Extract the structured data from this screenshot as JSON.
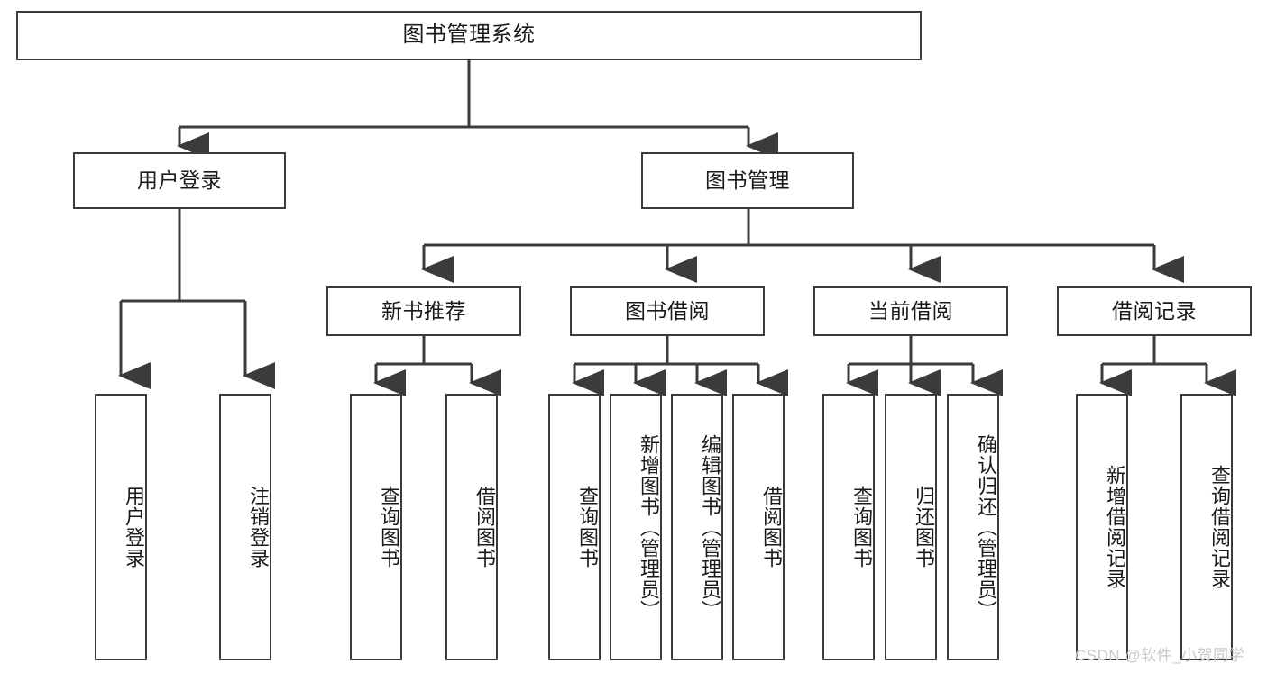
{
  "diagram": {
    "title": "图书管理系统",
    "type": "tree-hierarchy",
    "watermark": "CSDN @软件_小贺同学",
    "stroke_color": "#3b3b3b",
    "fill_color": "#ffffff",
    "text_color": "#1a1a1a",
    "watermark_color": "#c9c9c9"
  },
  "nodes": {
    "root": {
      "label": "图书管理系统"
    },
    "level1": [
      {
        "id": "user-login",
        "label": "用户登录"
      },
      {
        "id": "book-manage",
        "label": "图书管理"
      }
    ],
    "level2": [
      {
        "id": "new-book-recommend",
        "label": "新书推荐"
      },
      {
        "id": "book-borrow",
        "label": "图书借阅"
      },
      {
        "id": "current-borrow",
        "label": "当前借阅"
      },
      {
        "id": "borrow-record",
        "label": "借阅记录"
      }
    ],
    "leaves": {
      "user-login": [
        {
          "id": "leaf-user-login",
          "label": "用户登录"
        },
        {
          "id": "leaf-logout-login",
          "label": "注销登录"
        }
      ],
      "new-book-recommend": [
        {
          "id": "leaf-query-book-1",
          "label": "查询图书"
        },
        {
          "id": "leaf-borrow-book-1",
          "label": "借阅图书"
        }
      ],
      "book-borrow": [
        {
          "id": "leaf-query-book-2",
          "label": "查询图书"
        },
        {
          "id": "leaf-add-book-admin",
          "label": "新增图书（管理员）"
        },
        {
          "id": "leaf-edit-book-admin",
          "label": "编辑图书（管理员）"
        },
        {
          "id": "leaf-borrow-book-2",
          "label": "借阅图书"
        }
      ],
      "current-borrow": [
        {
          "id": "leaf-query-book-3",
          "label": "查询图书"
        },
        {
          "id": "leaf-return-book",
          "label": "归还图书"
        },
        {
          "id": "leaf-confirm-return-admin",
          "label": "确认归还（管理员）"
        }
      ],
      "borrow-record": [
        {
          "id": "leaf-add-borrow-record",
          "label": "新增借阅记录"
        },
        {
          "id": "leaf-query-borrow-record",
          "label": "查询借阅记录"
        }
      ]
    }
  }
}
